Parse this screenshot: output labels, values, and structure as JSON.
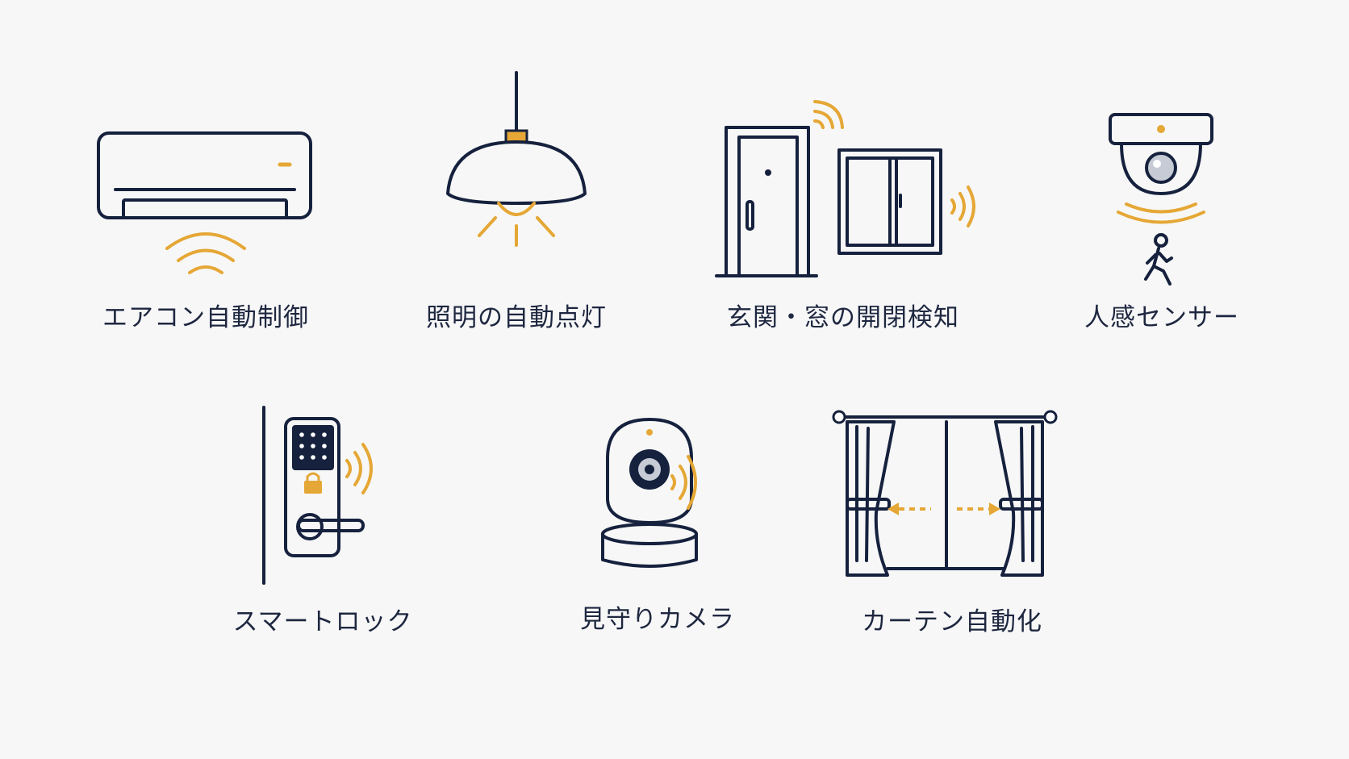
{
  "colors": {
    "navy": "#15213d",
    "accent": "#e5a735",
    "background": "#f7f7f7"
  },
  "devices": [
    {
      "id": "aircon",
      "icon": "air-conditioner-icon",
      "label": "エアコン自動制御"
    },
    {
      "id": "light",
      "icon": "pendant-light-icon",
      "label": "照明の自動点灯"
    },
    {
      "id": "door-window",
      "icon": "door-window-icon",
      "label": "玄関・窓の開閉検知"
    },
    {
      "id": "motion",
      "icon": "motion-sensor-icon",
      "label": "人感センサー"
    },
    {
      "id": "lock",
      "icon": "smart-lock-icon",
      "label": "スマートロック"
    },
    {
      "id": "camera",
      "icon": "camera-icon",
      "label": "見守りカメラ"
    },
    {
      "id": "curtain",
      "icon": "curtain-icon",
      "label": "カーテン自動化"
    }
  ]
}
